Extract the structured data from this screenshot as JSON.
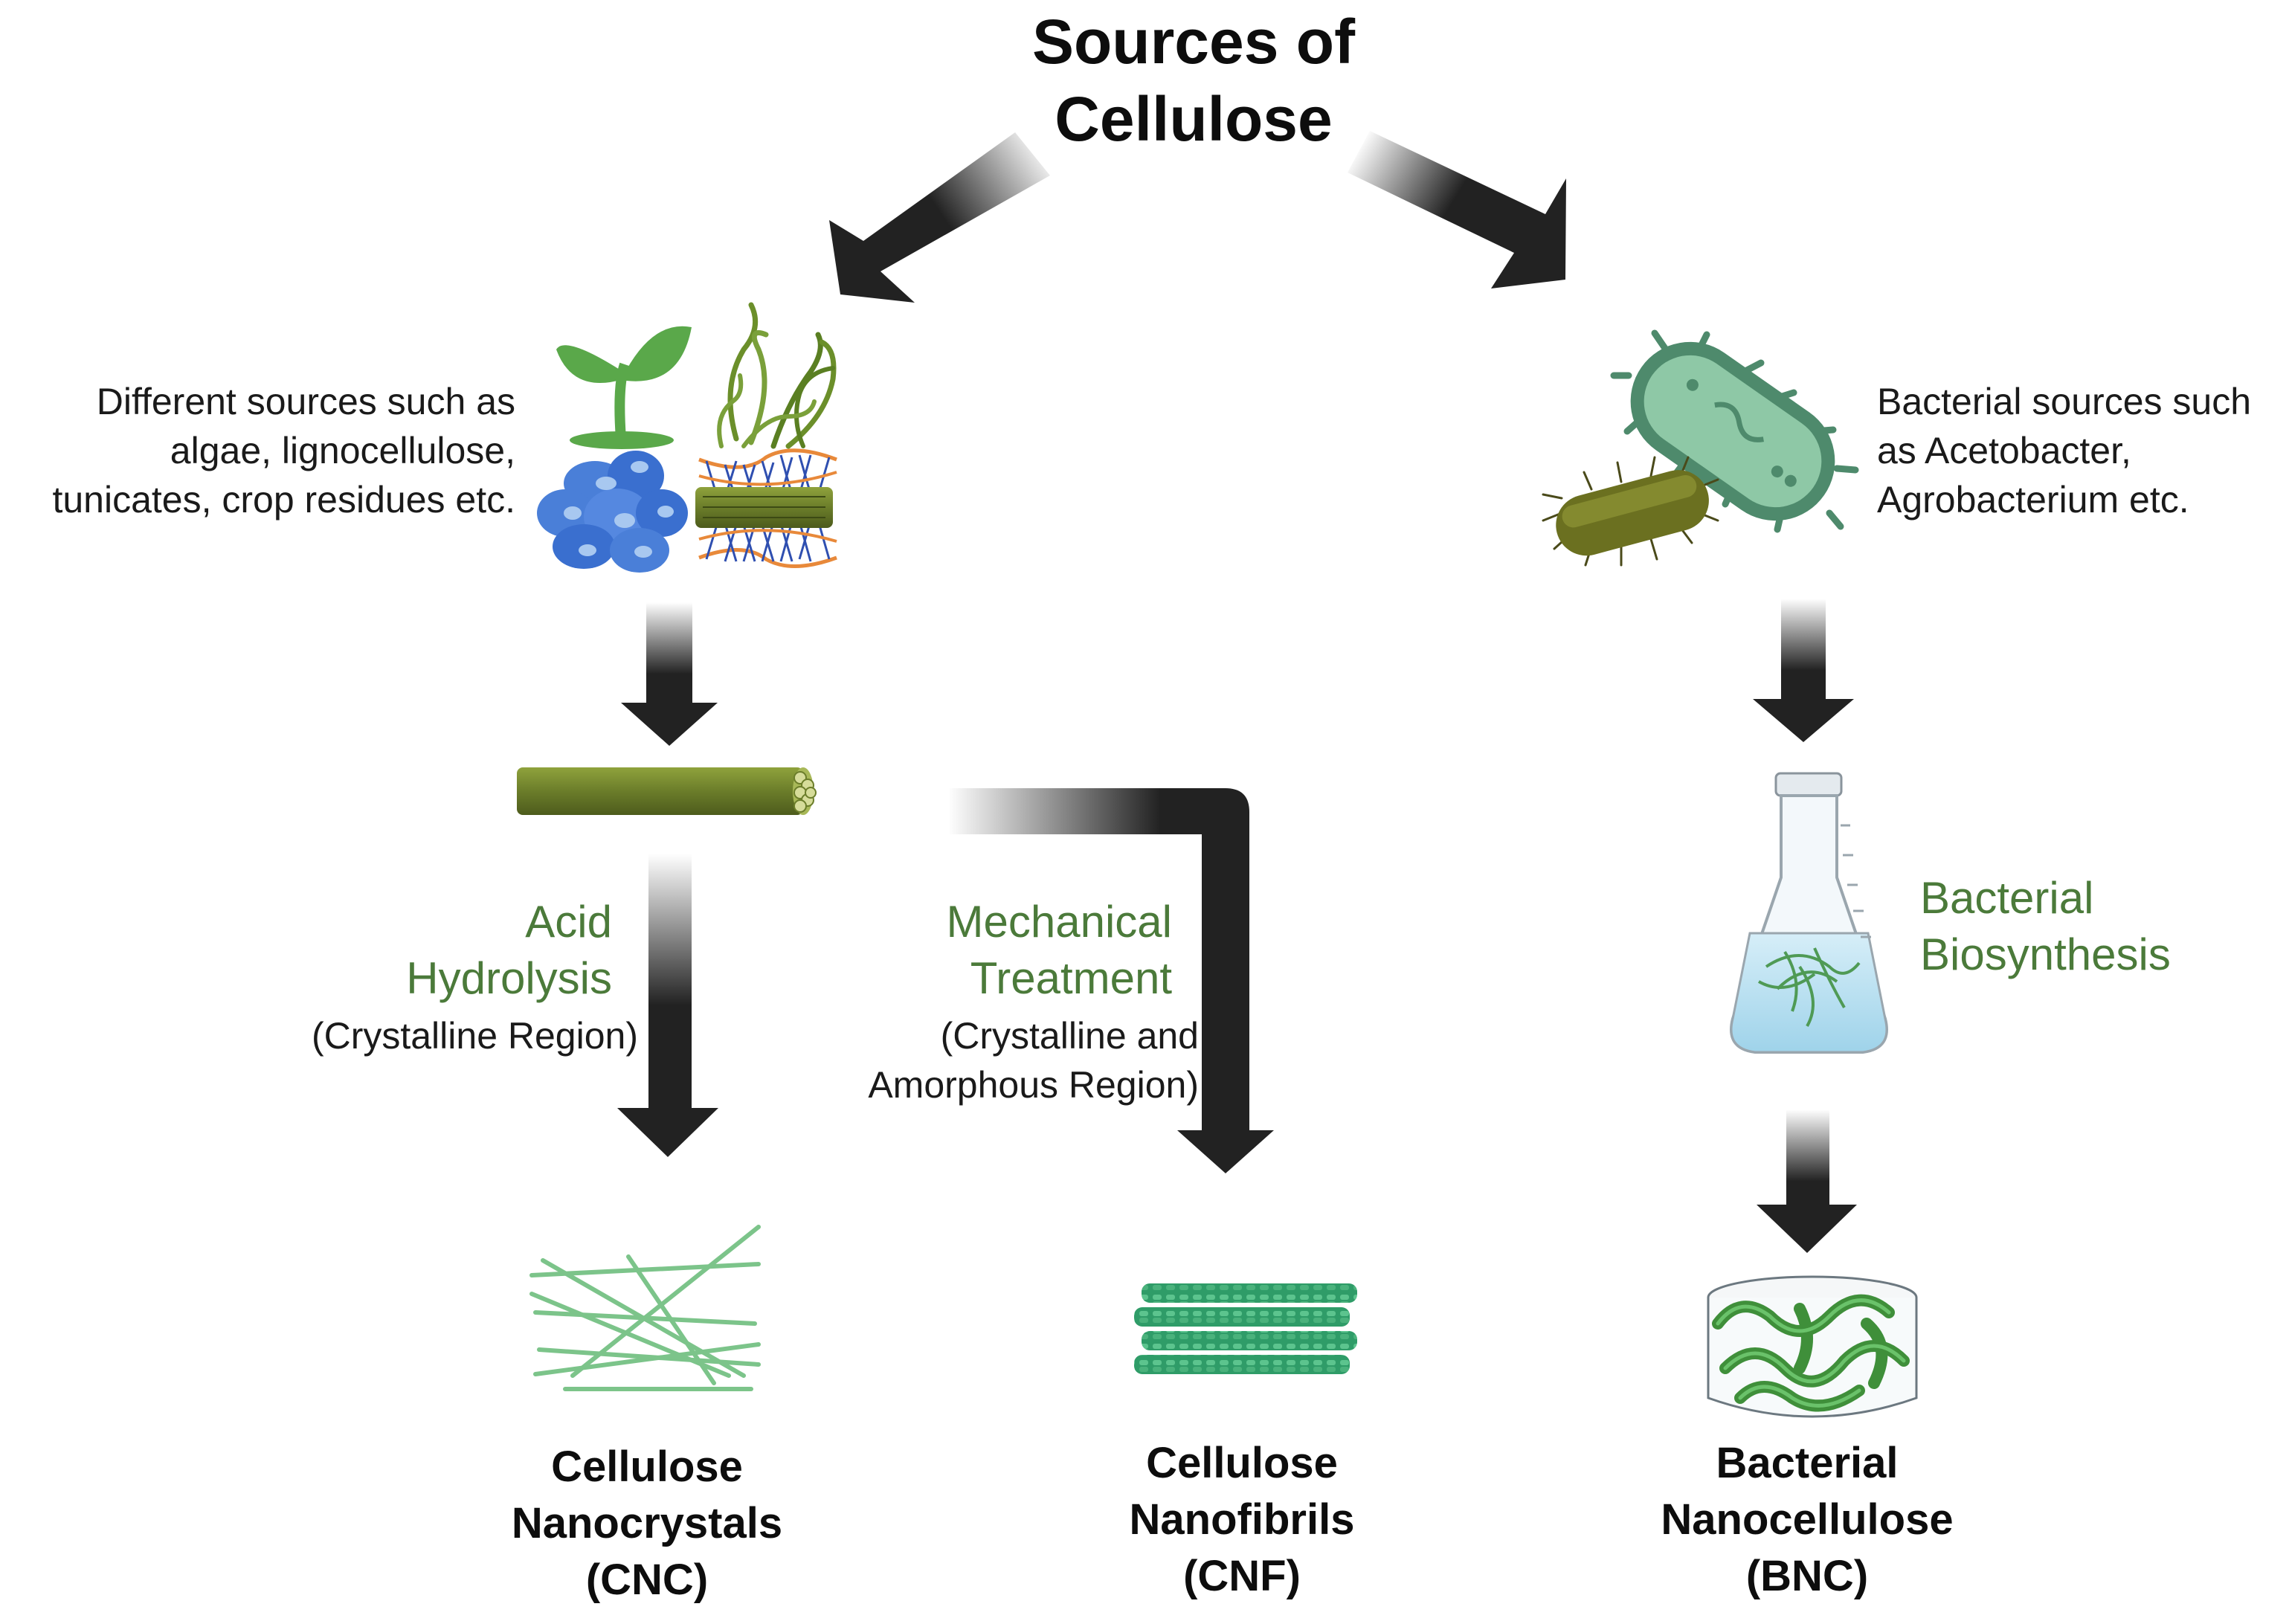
{
  "title": [
    "Sources of",
    "Cellulose"
  ],
  "plant_sources": {
    "description": [
      "Different sources such as",
      "algae, lignocellulose,",
      "tunicates, crop residues etc."
    ]
  },
  "bacterial_sources": {
    "description": [
      "Bacterial sources such",
      "as Acetobacter,",
      "Agrobacterium etc."
    ]
  },
  "processes": {
    "acid_hydrolysis": {
      "name": [
        "Acid",
        "Hydrolysis"
      ],
      "note": [
        "(Crystalline Region)"
      ]
    },
    "mechanical_treatment": {
      "name": [
        "Mechanical",
        "Treatment"
      ],
      "note": [
        "(Crystalline and",
        "Amorphous Region)"
      ]
    },
    "bacterial_biosynthesis": {
      "name": [
        "Bacterial",
        "Biosynthesis"
      ]
    }
  },
  "products": {
    "cnc": [
      "Cellulose",
      "Nanocrystals",
      "(CNC)"
    ],
    "cnf": [
      "Cellulose",
      "Nanofibrils",
      "(CNF)"
    ],
    "bnc": [
      "Bacterial",
      "Nanocellulose",
      "(BNC)"
    ]
  },
  "colors": {
    "arrow": "#222222",
    "process_text": "#4b7a3a",
    "plant_green": "#5aa84a",
    "fiber_olive": "#6b7d2a",
    "tunicate_blue": "#4a7fd8",
    "bacterium_teal": "#4e8a6c",
    "bacterium_olive": "#6b7020",
    "nanocrystal_green": "#7cc48a",
    "nanofibril_teal": "#3aa872",
    "bnc_green": "#3f8f3a",
    "flask_liquid": "#bfe3f2"
  }
}
